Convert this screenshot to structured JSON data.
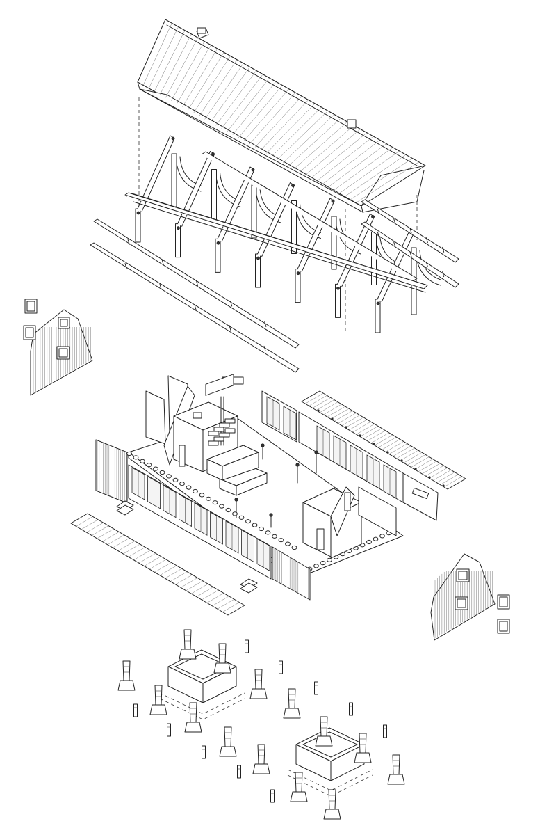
{
  "drawing": {
    "components": [
      {
        "name": "roof",
        "icon": "roof-icon"
      },
      {
        "name": "timber-frame",
        "icon": "frame-icon"
      },
      {
        "name": "purlins",
        "icon": "beam-icon"
      },
      {
        "name": "gable-wall-west",
        "icon": "gable-icon"
      },
      {
        "name": "gable-wall-east",
        "icon": "gable-icon"
      },
      {
        "name": "floor-platform",
        "icon": "floor-icon"
      },
      {
        "name": "deck-front",
        "icon": "deck-icon"
      },
      {
        "name": "deck-back",
        "icon": "deck-icon"
      },
      {
        "name": "foundation-piers",
        "icon": "pier-icon"
      },
      {
        "name": "core-footings",
        "icon": "footing-icon"
      }
    ]
  }
}
